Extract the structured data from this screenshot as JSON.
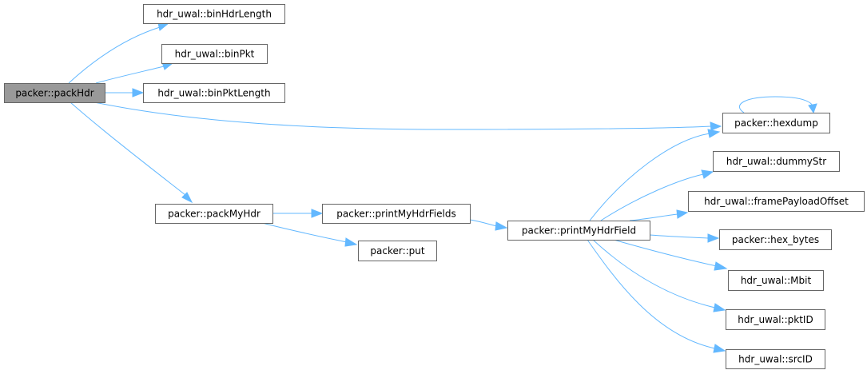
{
  "diagram": {
    "type": "call-graph",
    "colors": {
      "edge": "#63b8ff",
      "current_node_fill": "#999999",
      "node_fill": "#ffffff",
      "node_border": "#666666"
    },
    "nodes": [
      {
        "id": "packHdr",
        "label": "packer::packHdr",
        "current": true
      },
      {
        "id": "binHdrLength",
        "label": "hdr_uwal::binHdrLength"
      },
      {
        "id": "binPkt",
        "label": "hdr_uwal::binPkt"
      },
      {
        "id": "binPktLength",
        "label": "hdr_uwal::binPktLength"
      },
      {
        "id": "hexdump",
        "label": "packer::hexdump"
      },
      {
        "id": "packMyHdr",
        "label": "packer::packMyHdr"
      },
      {
        "id": "printMyHdrFields",
        "label": "packer::printMyHdrFields"
      },
      {
        "id": "put",
        "label": "packer::put"
      },
      {
        "id": "printMyHdrField",
        "label": "packer::printMyHdrField"
      },
      {
        "id": "dummyStr",
        "label": "hdr_uwal::dummyStr"
      },
      {
        "id": "framePayloadOffset",
        "label": "hdr_uwal::framePayloadOffset"
      },
      {
        "id": "hex_bytes",
        "label": "packer::hex_bytes"
      },
      {
        "id": "Mbit",
        "label": "hdr_uwal::Mbit"
      },
      {
        "id": "pktID",
        "label": "hdr_uwal::pktID"
      },
      {
        "id": "srcID",
        "label": "hdr_uwal::srcID"
      }
    ],
    "edges": [
      {
        "from": "packHdr",
        "to": "binHdrLength"
      },
      {
        "from": "packHdr",
        "to": "binPkt"
      },
      {
        "from": "packHdr",
        "to": "binPktLength"
      },
      {
        "from": "packHdr",
        "to": "hexdump"
      },
      {
        "from": "packHdr",
        "to": "packMyHdr"
      },
      {
        "from": "hexdump",
        "to": "hexdump"
      },
      {
        "from": "packMyHdr",
        "to": "printMyHdrFields"
      },
      {
        "from": "packMyHdr",
        "to": "put"
      },
      {
        "from": "printMyHdrFields",
        "to": "printMyHdrField"
      },
      {
        "from": "printMyHdrField",
        "to": "hexdump"
      },
      {
        "from": "printMyHdrField",
        "to": "dummyStr"
      },
      {
        "from": "printMyHdrField",
        "to": "framePayloadOffset"
      },
      {
        "from": "printMyHdrField",
        "to": "hex_bytes"
      },
      {
        "from": "printMyHdrField",
        "to": "Mbit"
      },
      {
        "from": "printMyHdrField",
        "to": "pktID"
      },
      {
        "from": "printMyHdrField",
        "to": "srcID"
      }
    ]
  }
}
